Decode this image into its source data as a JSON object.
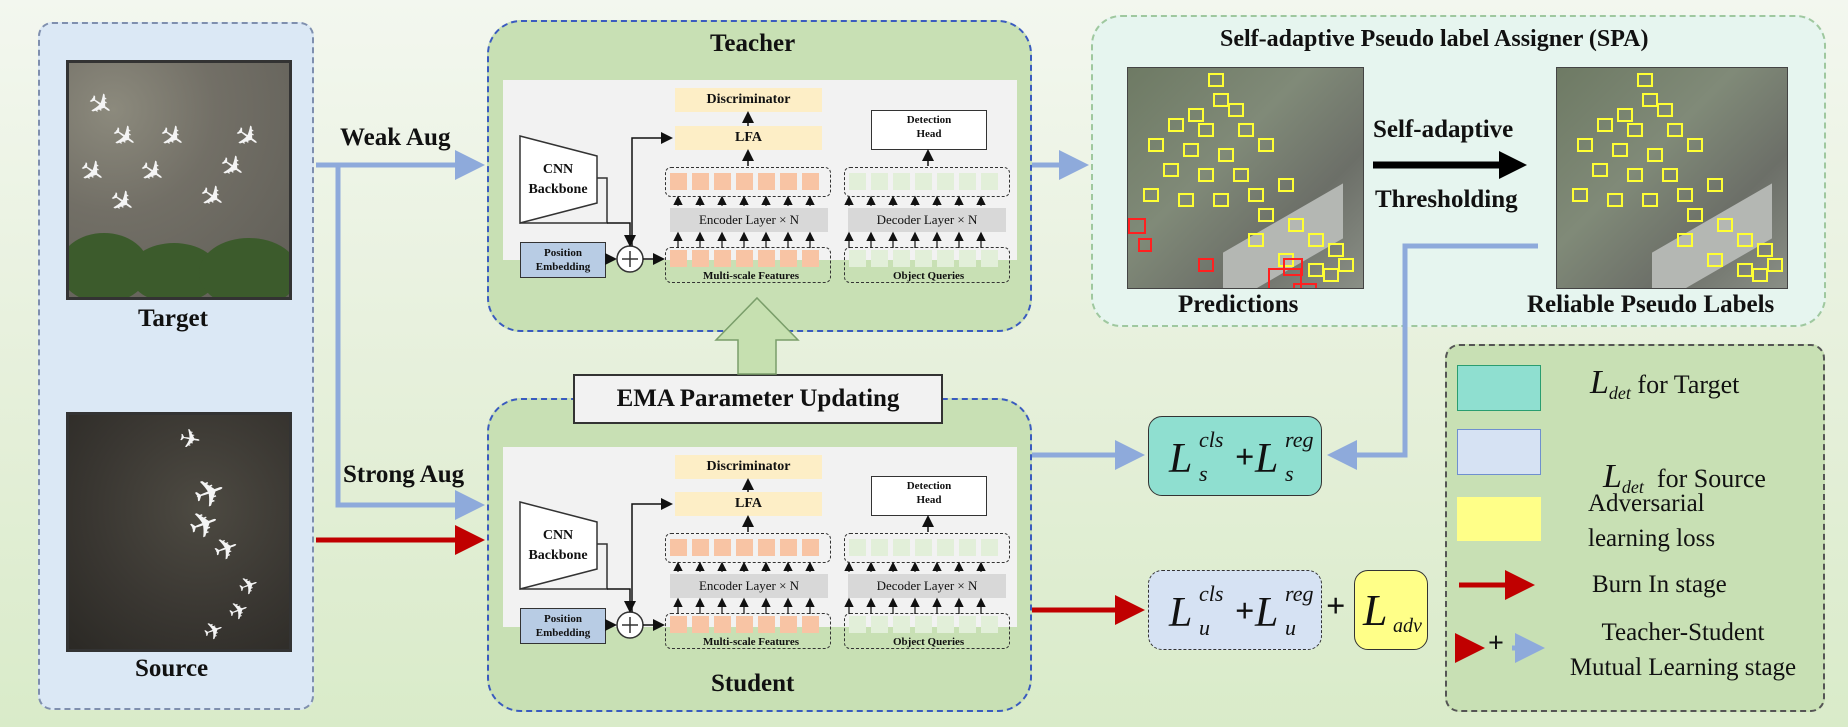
{
  "left_panel": {
    "target_label": "Target",
    "source_label": "Source"
  },
  "aug": {
    "weak": "Weak Aug",
    "strong": "Strong Aug"
  },
  "teacher": {
    "title": "Teacher",
    "backbone": [
      "CNN",
      "Backbone"
    ],
    "position_embedding": [
      "Position",
      "Embedding"
    ],
    "discriminator": "Discriminator",
    "lfa": "LFA",
    "detection_head": [
      "Detection",
      "Head"
    ],
    "encoder": "Encoder Layer × N",
    "decoder": "Decoder Layer × N",
    "multiscale": "Multi-scale Features",
    "queries": "Object Queries"
  },
  "student": {
    "title": "Student",
    "backbone": [
      "CNN",
      "Backbone"
    ],
    "position_embedding": [
      "Position",
      "Embedding"
    ],
    "discriminator": "Discriminator",
    "lfa": "LFA",
    "detection_head": [
      "Detection",
      "Head"
    ],
    "encoder": "Encoder Layer × N",
    "decoder": "Decoder Layer × N",
    "multiscale": "Multi-scale Features",
    "queries": "Object Queries"
  },
  "ema": "EMA Parameter Updating",
  "spa": {
    "title": "Self-adaptive  Pseudo label Assigner  (SPA)",
    "predictions": "Predictions",
    "reliable": "Reliable Pseudo Labels",
    "arrow_top": "Self-adaptive",
    "arrow_bottom": "Thresholding"
  },
  "losses": {
    "s_cls": "cls",
    "s_reg": "reg",
    "s_sub": "s",
    "u_cls": "cls",
    "u_reg": "reg",
    "u_sub": "u",
    "L": "L",
    "plus": "+",
    "adv_sub": "adv"
  },
  "legend": {
    "items": [
      {
        "swatch": "#8fdfd0",
        "L": "L",
        "sub": "det",
        "text": " for Target"
      },
      {
        "swatch": "#d6e2f3",
        "L": "L",
        "sub": "det",
        "text": "  for Source"
      },
      {
        "swatch": "#ffff88",
        "text1": "Adversarial",
        "text2": "learning loss"
      }
    ],
    "burn_in": "Burn In stage",
    "mutual1": "Teacher-Student",
    "mutual2": "Mutual Learning stage",
    "mutual_plus": "+"
  },
  "colors": {
    "blue_arrow": "#8eaadb",
    "red_arrow": "#c00000",
    "teal": "#8fdfd0",
    "light_blue": "#d6e2f3",
    "yellow": "#ffff88"
  }
}
